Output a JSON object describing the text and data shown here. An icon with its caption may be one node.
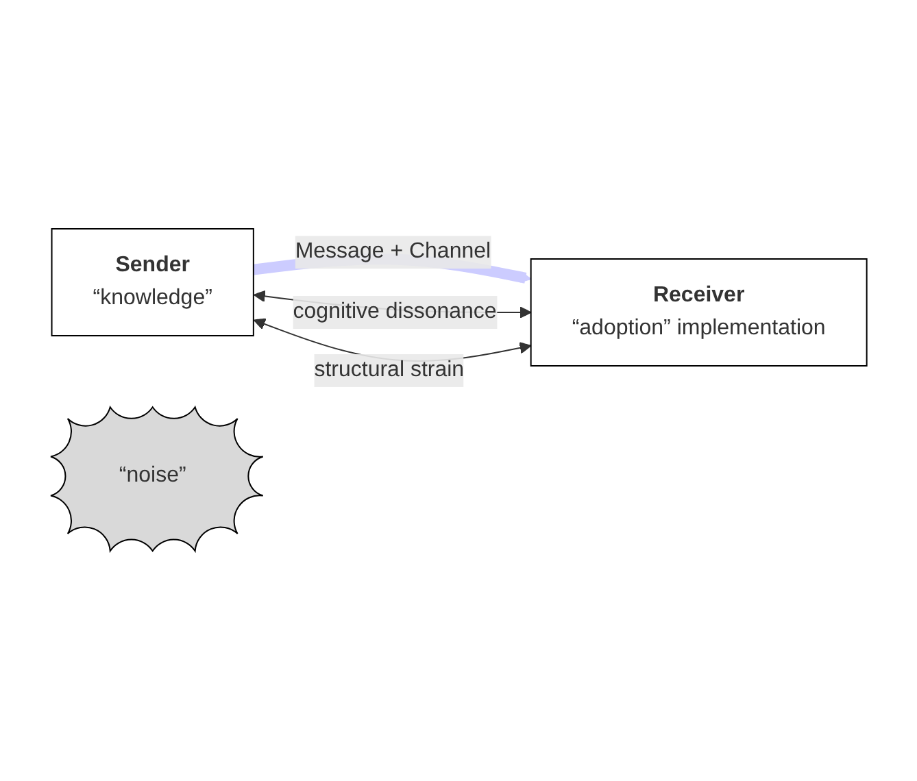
{
  "diagram": {
    "nodes": [
      {
        "text": [
          "Sender",
          "“knowledge”"
        ]
      },
      {
        "text": [
          "“noise”"
        ]
      },
      {
        "text": [
          "Receiver",
          "“adoption” implementation"
        ]
      }
    ],
    "edges": [
      {
        "from": 0,
        "to": 2,
        "arrow": "to",
        "label": "Message + Channel",
        "style": "thick",
        "color": "#ccccff"
      },
      {
        "from": 0,
        "to": 2,
        "arrow": "both",
        "label": "cognitive dissonance"
      },
      {
        "from": 0,
        "to": 2,
        "arrow": "both",
        "label": "structural strain"
      }
    ]
  }
}
